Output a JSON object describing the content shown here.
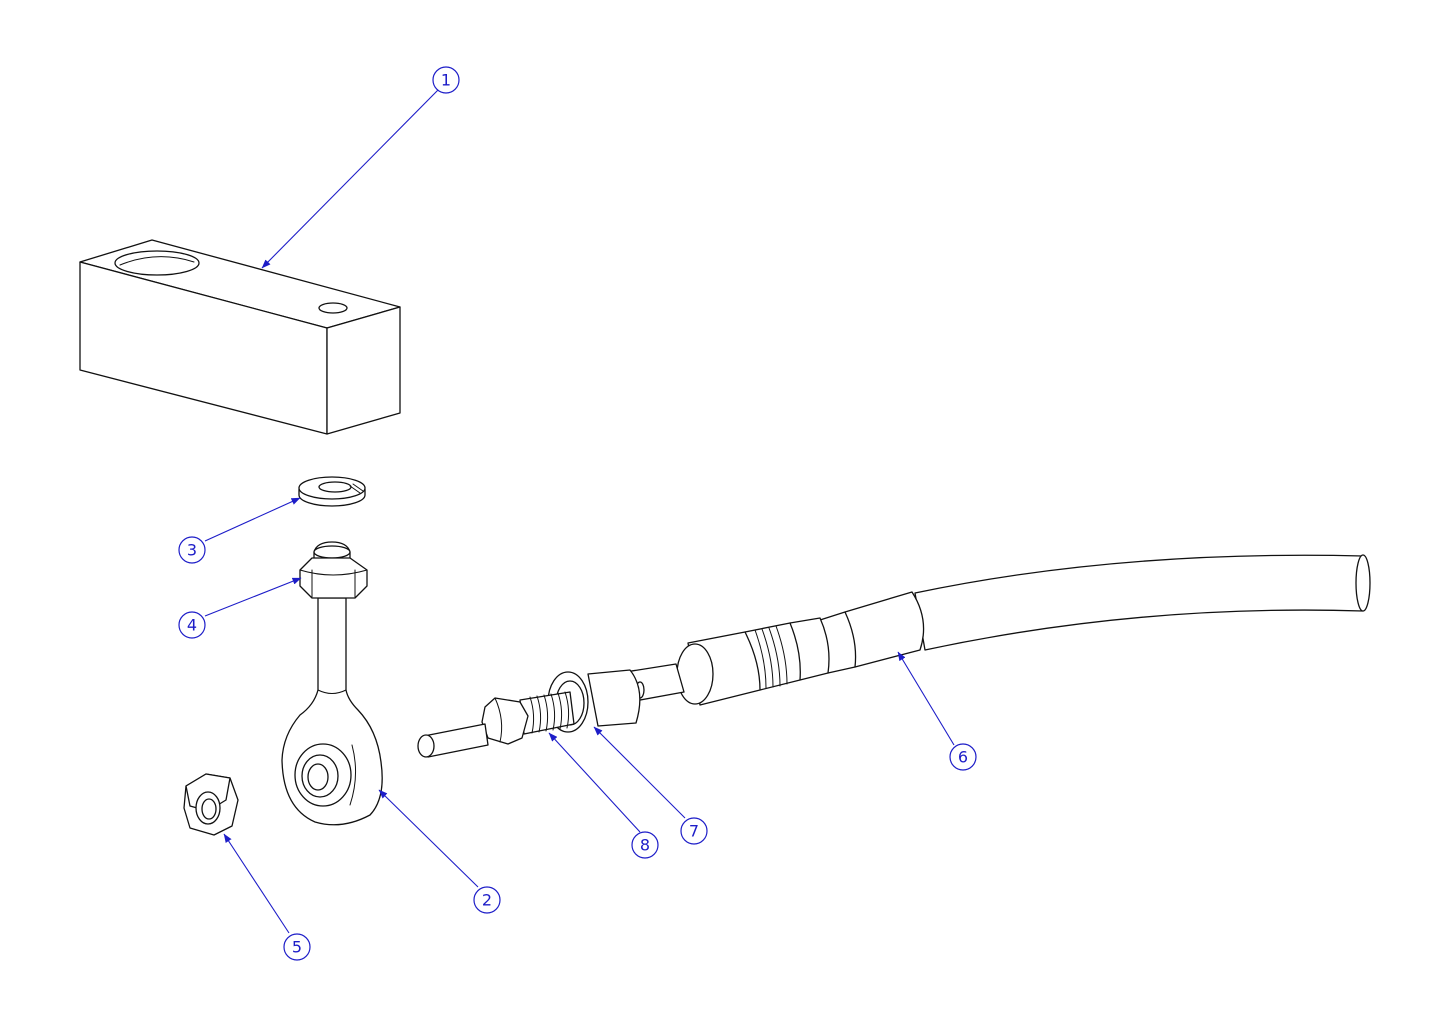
{
  "drawing": {
    "type": "exploded-assembly",
    "accent_color": "#1d1dc8",
    "line_color": "#111111",
    "balloons": [
      {
        "label": "1",
        "part": "mounting-block"
      },
      {
        "label": "2",
        "part": "rod-end"
      },
      {
        "label": "3",
        "part": "split-lock-washer"
      },
      {
        "label": "4",
        "part": "jam-nut-upper"
      },
      {
        "label": "5",
        "part": "hex-nut"
      },
      {
        "label": "6",
        "part": "push-pull-cable"
      },
      {
        "label": "7",
        "part": "flat-washer"
      },
      {
        "label": "8",
        "part": "threaded-rod-end"
      }
    ]
  }
}
